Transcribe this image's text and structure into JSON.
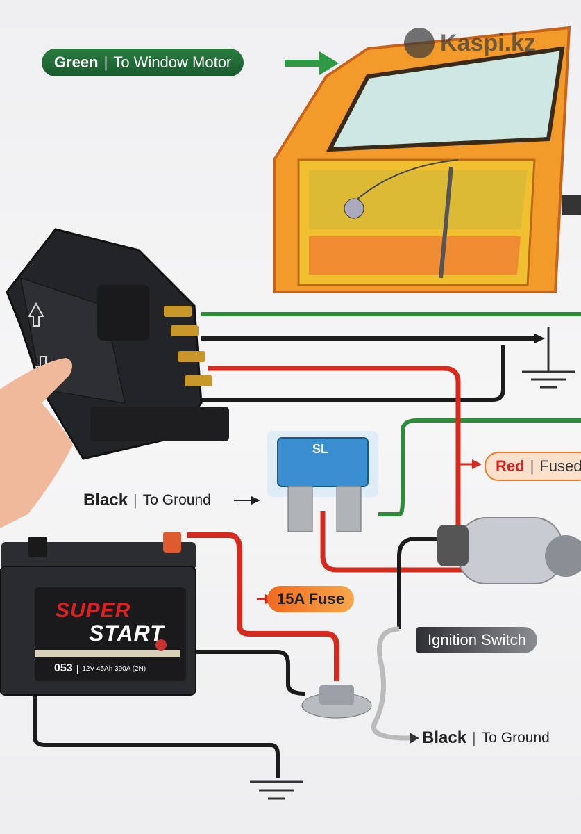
{
  "labels": {
    "green": {
      "color_name": "Green",
      "desc": "To Window Motor"
    },
    "red": {
      "color_name": "Red",
      "desc": "Fused"
    },
    "black_mid": {
      "color_name": "Black",
      "desc": "To Ground"
    },
    "fuse": {
      "text": "15A Fuse"
    },
    "ignition": {
      "text": "Ignition Switch"
    },
    "black_bottom": {
      "color_name": "Black",
      "desc": "To Ground"
    }
  },
  "separator": "|",
  "fuse_marking": "SL",
  "battery": {
    "brand_top": "SUPER",
    "brand_bottom": "START",
    "model": "053",
    "spec": "12V 45Ah 390A (2N)"
  },
  "watermark": "Kaspi.kz",
  "colors": {
    "green": "#2e8b3a",
    "red": "#d62a1e",
    "black": "#1c1c1c",
    "orange": "#f08a1c",
    "label_green": "#1f6b34",
    "label_orange": "#f07a28"
  }
}
